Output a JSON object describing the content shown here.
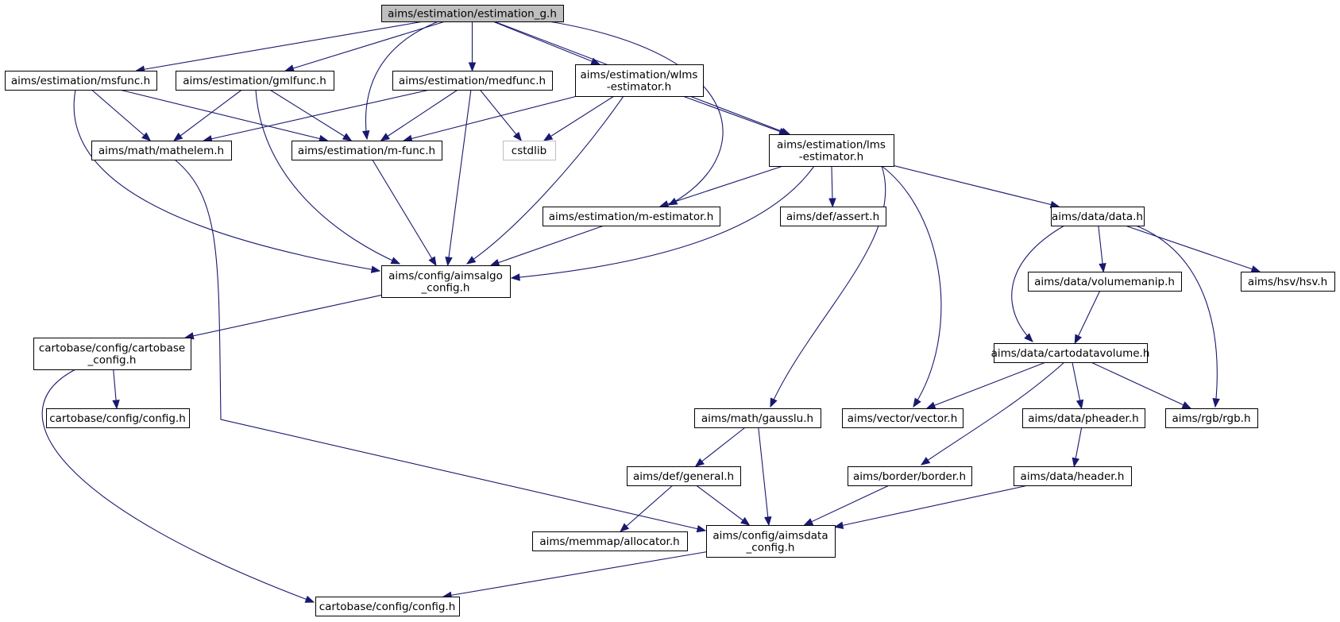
{
  "graph": {
    "type": "include-dependency-graph",
    "colors": {
      "edge": "#191970",
      "root_fill": "#bfbfbf",
      "external_border": "#bfbfbf",
      "node_border": "#000000"
    },
    "nodes": [
      {
        "id": "estimation_g",
        "lines": [
          "aims/estimation/estimation_g.h"
        ],
        "kind": "root"
      },
      {
        "id": "msfunc",
        "lines": [
          "aims/estimation/msfunc.h"
        ],
        "kind": "normal"
      },
      {
        "id": "gmlfunc",
        "lines": [
          "aims/estimation/gmlfunc.h"
        ],
        "kind": "normal"
      },
      {
        "id": "medfunc",
        "lines": [
          "aims/estimation/medfunc.h"
        ],
        "kind": "normal"
      },
      {
        "id": "wlms",
        "lines": [
          "aims/estimation/wlms",
          "-estimator.h"
        ],
        "kind": "normal"
      },
      {
        "id": "mathelem",
        "lines": [
          "aims/math/mathelem.h"
        ],
        "kind": "normal"
      },
      {
        "id": "mfunc",
        "lines": [
          "aims/estimation/m-func.h"
        ],
        "kind": "normal"
      },
      {
        "id": "cstdlib",
        "lines": [
          "cstdlib"
        ],
        "kind": "external"
      },
      {
        "id": "lms",
        "lines": [
          "aims/estimation/lms",
          "-estimator.h"
        ],
        "kind": "normal"
      },
      {
        "id": "mestimator",
        "lines": [
          "aims/estimation/m-estimator.h"
        ],
        "kind": "normal"
      },
      {
        "id": "assert",
        "lines": [
          "aims/def/assert.h"
        ],
        "kind": "normal"
      },
      {
        "id": "data",
        "lines": [
          "aims/data/data.h"
        ],
        "kind": "normal"
      },
      {
        "id": "aimsalgo_config",
        "lines": [
          "aims/config/aimsalgo",
          "_config.h"
        ],
        "kind": "normal"
      },
      {
        "id": "volumemanip",
        "lines": [
          "aims/data/volumemanip.h"
        ],
        "kind": "normal"
      },
      {
        "id": "hsv",
        "lines": [
          "aims/hsv/hsv.h"
        ],
        "kind": "normal"
      },
      {
        "id": "cartobase_config",
        "lines": [
          "cartobase/config/cartobase",
          "_config.h"
        ],
        "kind": "normal"
      },
      {
        "id": "cartodatavolume",
        "lines": [
          "aims/data/cartodatavolume.h"
        ],
        "kind": "normal"
      },
      {
        "id": "cb_config_small",
        "lines": [
          "cartobase/config/config.h"
        ],
        "kind": "normal"
      },
      {
        "id": "gausslu",
        "lines": [
          "aims/math/gausslu.h"
        ],
        "kind": "normal"
      },
      {
        "id": "vector",
        "lines": [
          "aims/vector/vector.h"
        ],
        "kind": "normal"
      },
      {
        "id": "pheader",
        "lines": [
          "aims/data/pheader.h"
        ],
        "kind": "normal"
      },
      {
        "id": "rgb",
        "lines": [
          "aims/rgb/rgb.h"
        ],
        "kind": "normal"
      },
      {
        "id": "general",
        "lines": [
          "aims/def/general.h"
        ],
        "kind": "normal"
      },
      {
        "id": "border",
        "lines": [
          "aims/border/border.h"
        ],
        "kind": "normal"
      },
      {
        "id": "header",
        "lines": [
          "aims/data/header.h"
        ],
        "kind": "normal"
      },
      {
        "id": "allocator",
        "lines": [
          "aims/memmap/allocator.h"
        ],
        "kind": "normal"
      },
      {
        "id": "aimsdata_config",
        "lines": [
          "aims/config/aimsdata",
          "_config.h"
        ],
        "kind": "normal"
      },
      {
        "id": "cb_config",
        "lines": [
          "cartobase/config/config.h"
        ],
        "kind": "normal"
      }
    ],
    "edges": [
      [
        "estimation_g",
        "msfunc"
      ],
      [
        "estimation_g",
        "gmlfunc"
      ],
      [
        "estimation_g",
        "mfunc"
      ],
      [
        "estimation_g",
        "medfunc"
      ],
      [
        "estimation_g",
        "wlms"
      ],
      [
        "estimation_g",
        "mestimator"
      ],
      [
        "estimation_g",
        "lms"
      ],
      [
        "msfunc",
        "mathelem"
      ],
      [
        "msfunc",
        "mfunc"
      ],
      [
        "msfunc",
        "aimsalgo_config"
      ],
      [
        "gmlfunc",
        "mathelem"
      ],
      [
        "gmlfunc",
        "mfunc"
      ],
      [
        "gmlfunc",
        "aimsalgo_config"
      ],
      [
        "medfunc",
        "mathelem"
      ],
      [
        "medfunc",
        "mfunc"
      ],
      [
        "medfunc",
        "cstdlib"
      ],
      [
        "medfunc",
        "aimsalgo_config"
      ],
      [
        "wlms",
        "mfunc"
      ],
      [
        "wlms",
        "cstdlib"
      ],
      [
        "wlms",
        "aimsalgo_config"
      ],
      [
        "wlms",
        "lms"
      ],
      [
        "mathelem",
        "aimsdata_config"
      ],
      [
        "mfunc",
        "aimsalgo_config"
      ],
      [
        "lms",
        "mestimator"
      ],
      [
        "lms",
        "assert"
      ],
      [
        "lms",
        "aimsalgo_config"
      ],
      [
        "lms",
        "data"
      ],
      [
        "lms",
        "gausslu"
      ],
      [
        "lms",
        "vector"
      ],
      [
        "mestimator",
        "aimsalgo_config"
      ],
      [
        "data",
        "volumemanip"
      ],
      [
        "data",
        "hsv"
      ],
      [
        "data",
        "cartodatavolume"
      ],
      [
        "data",
        "rgb"
      ],
      [
        "aimsalgo_config",
        "cartobase_config"
      ],
      [
        "cartobase_config",
        "cb_config_small"
      ],
      [
        "cartobase_config",
        "cb_config"
      ],
      [
        "volumemanip",
        "cartodatavolume"
      ],
      [
        "cartodatavolume",
        "vector"
      ],
      [
        "cartodatavolume",
        "pheader"
      ],
      [
        "cartodatavolume",
        "rgb"
      ],
      [
        "cartodatavolume",
        "border"
      ],
      [
        "gausslu",
        "general"
      ],
      [
        "gausslu",
        "aimsdata_config"
      ],
      [
        "pheader",
        "header"
      ],
      [
        "general",
        "allocator"
      ],
      [
        "general",
        "aimsdata_config"
      ],
      [
        "border",
        "aimsdata_config"
      ],
      [
        "header",
        "aimsdata_config"
      ],
      [
        "aimsdata_config",
        "cb_config"
      ]
    ]
  }
}
